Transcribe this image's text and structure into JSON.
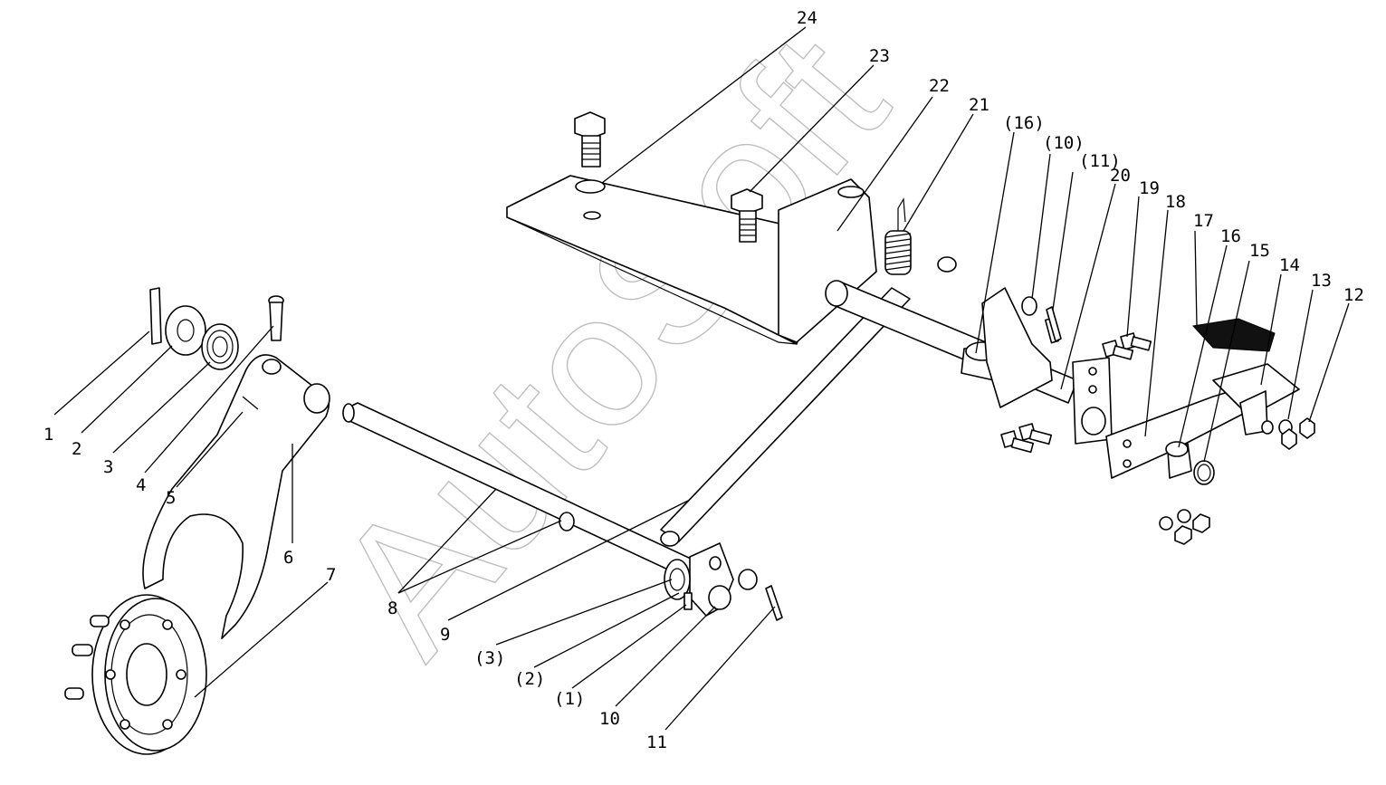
{
  "watermark": "AutoSoft",
  "callouts": [
    {
      "id": "c1",
      "text": "1"
    },
    {
      "id": "c2",
      "text": "2"
    },
    {
      "id": "c3",
      "text": "3"
    },
    {
      "id": "c4",
      "text": "4"
    },
    {
      "id": "c5",
      "text": "5"
    },
    {
      "id": "c6",
      "text": "6"
    },
    {
      "id": "c7",
      "text": "7"
    },
    {
      "id": "c8",
      "text": "8"
    },
    {
      "id": "c9",
      "text": "9"
    },
    {
      "id": "c3b",
      "text": "(3)"
    },
    {
      "id": "c2b",
      "text": "(2)"
    },
    {
      "id": "c1b",
      "text": "(1)"
    },
    {
      "id": "c10",
      "text": "10"
    },
    {
      "id": "c11",
      "text": "11"
    },
    {
      "id": "c12",
      "text": "12"
    },
    {
      "id": "c13",
      "text": "13"
    },
    {
      "id": "c14",
      "text": "14"
    },
    {
      "id": "c15",
      "text": "15"
    },
    {
      "id": "c16",
      "text": "16"
    },
    {
      "id": "c17",
      "text": "17"
    },
    {
      "id": "c18",
      "text": "18"
    },
    {
      "id": "c19",
      "text": "19"
    },
    {
      "id": "c20",
      "text": "20"
    },
    {
      "id": "c11b",
      "text": "(11)"
    },
    {
      "id": "c10b",
      "text": "(10)"
    },
    {
      "id": "c16b",
      "text": "(16)"
    },
    {
      "id": "c21",
      "text": "21"
    },
    {
      "id": "c22",
      "text": "22"
    },
    {
      "id": "c23",
      "text": "23"
    },
    {
      "id": "c24",
      "text": "24"
    }
  ]
}
